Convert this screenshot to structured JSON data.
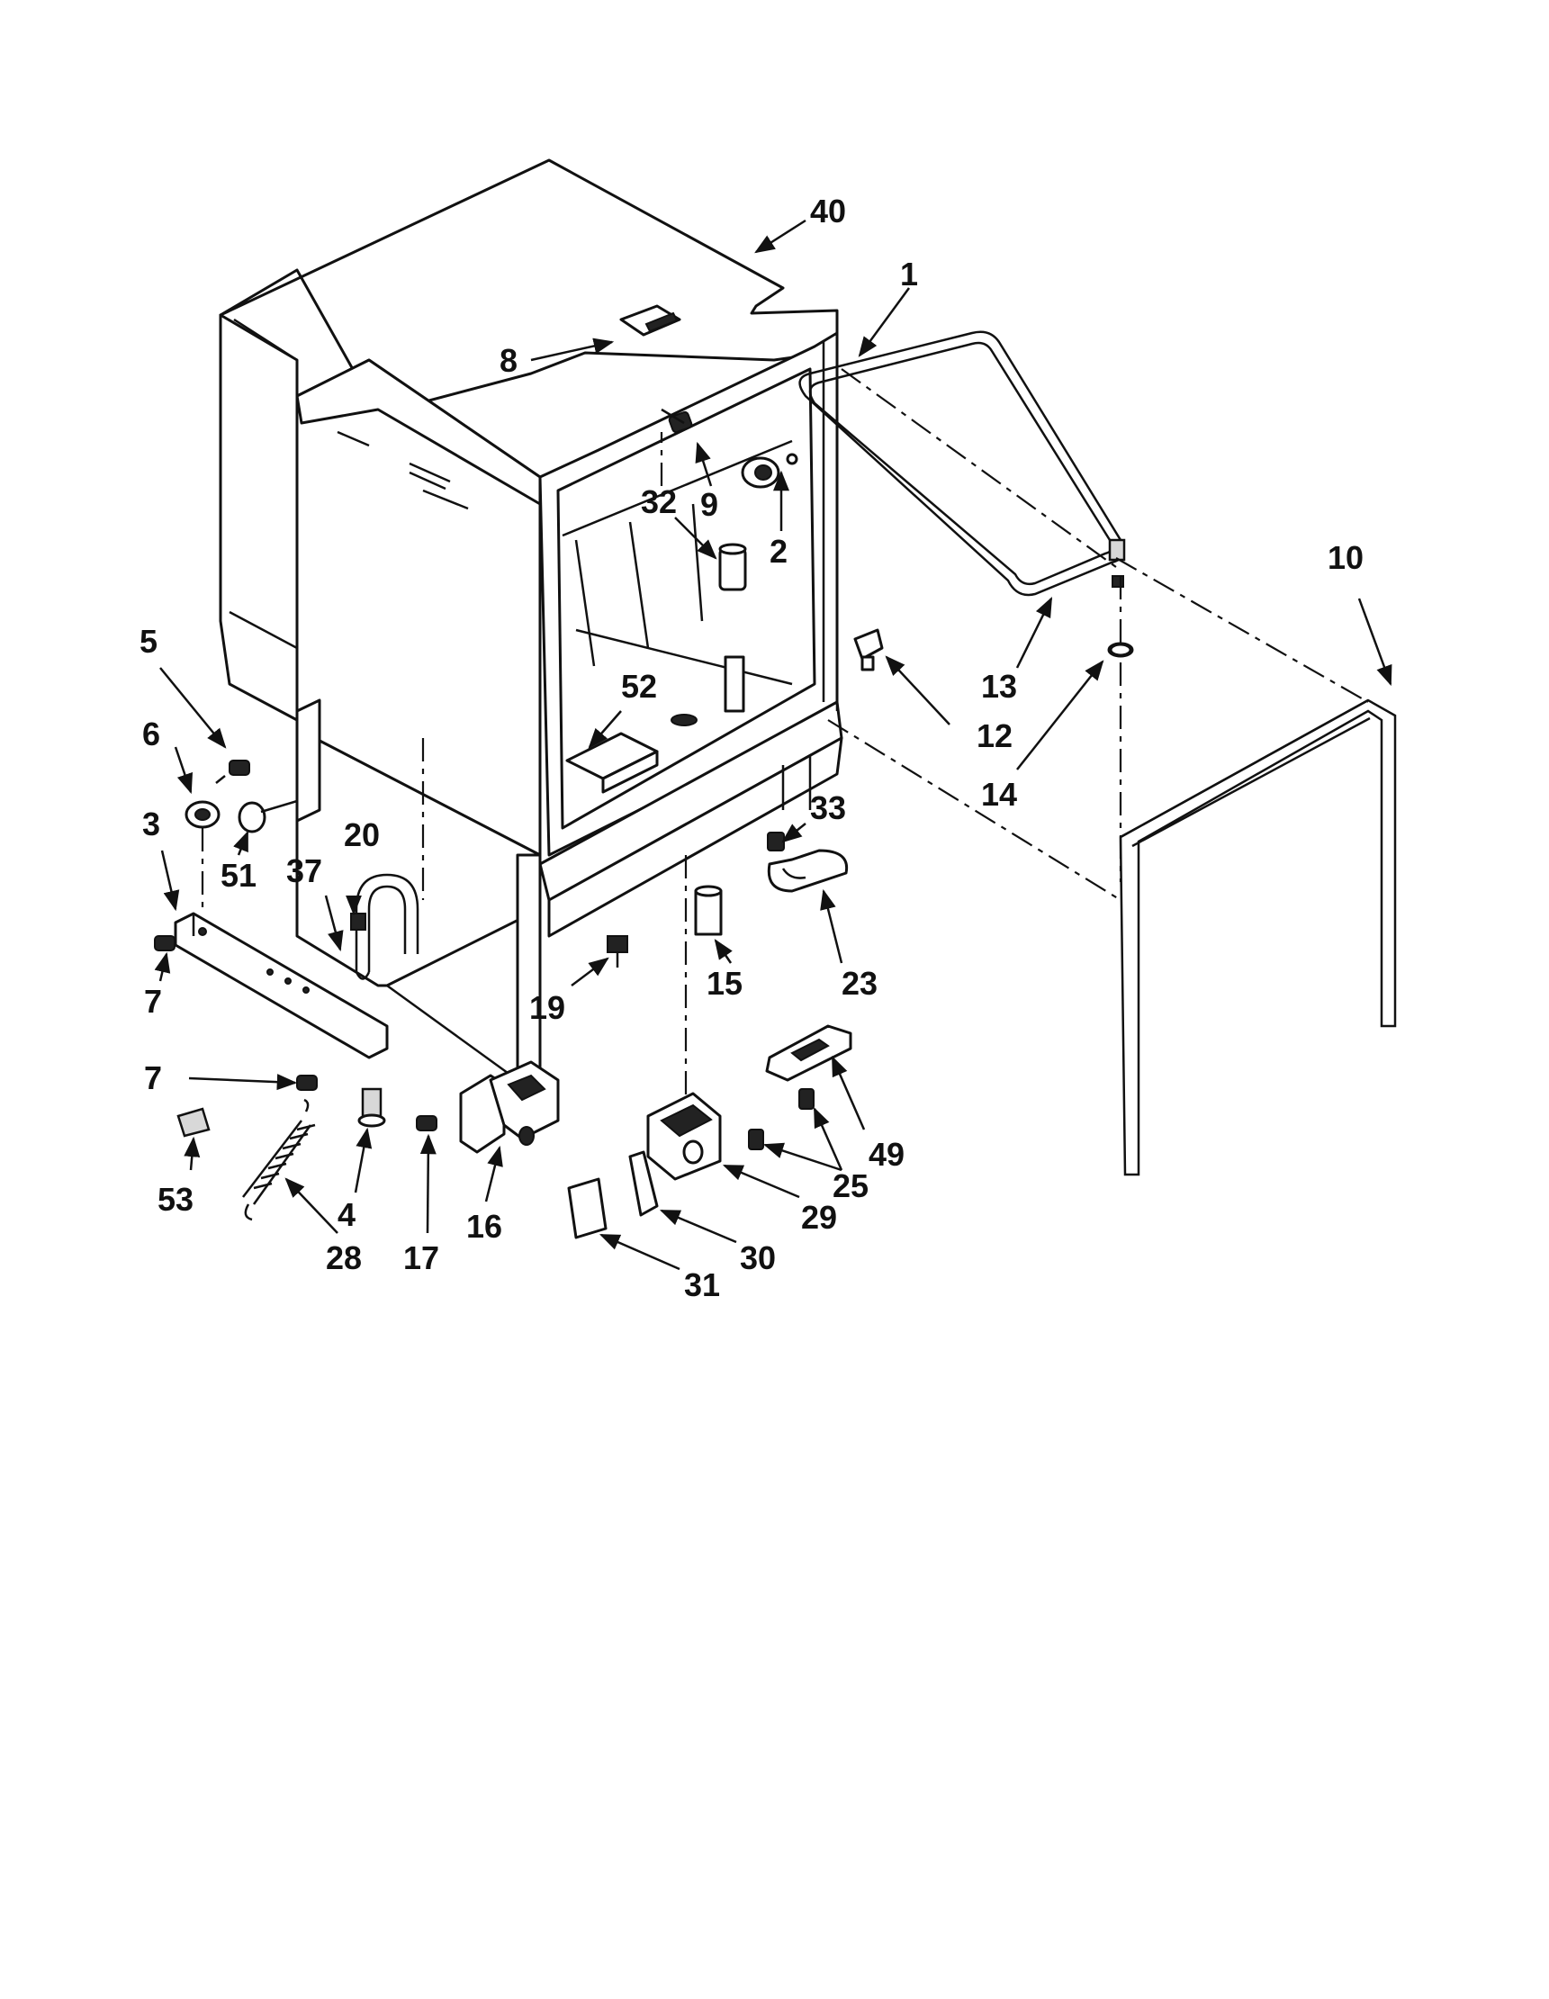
{
  "diagram": {
    "colors": {
      "ink": "#111111",
      "paper": "#ffffff",
      "shade": "#d8d8d8"
    },
    "callouts": [
      {
        "id": "40",
        "text": "40"
      },
      {
        "id": "1",
        "text": "1"
      },
      {
        "id": "8",
        "text": "8"
      },
      {
        "id": "32",
        "text": "32"
      },
      {
        "id": "9",
        "text": "9"
      },
      {
        "id": "2",
        "text": "2"
      },
      {
        "id": "10",
        "text": "10"
      },
      {
        "id": "13",
        "text": "13"
      },
      {
        "id": "12",
        "text": "12"
      },
      {
        "id": "14",
        "text": "14"
      },
      {
        "id": "5",
        "text": "5"
      },
      {
        "id": "6",
        "text": "6"
      },
      {
        "id": "3",
        "text": "3"
      },
      {
        "id": "51",
        "text": "51"
      },
      {
        "id": "52",
        "text": "52"
      },
      {
        "id": "33",
        "text": "33"
      },
      {
        "id": "20",
        "text": "20"
      },
      {
        "id": "37",
        "text": "37"
      },
      {
        "id": "15",
        "text": "15"
      },
      {
        "id": "23",
        "text": "23"
      },
      {
        "id": "19",
        "text": "19"
      },
      {
        "id": "7a",
        "text": "7"
      },
      {
        "id": "7b",
        "text": "7"
      },
      {
        "id": "49",
        "text": "49"
      },
      {
        "id": "25",
        "text": "25"
      },
      {
        "id": "29",
        "text": "29"
      },
      {
        "id": "30",
        "text": "30"
      },
      {
        "id": "31",
        "text": "31"
      },
      {
        "id": "53",
        "text": "53"
      },
      {
        "id": "4",
        "text": "4"
      },
      {
        "id": "28",
        "text": "28"
      },
      {
        "id": "17",
        "text": "17"
      },
      {
        "id": "16",
        "text": "16"
      }
    ]
  }
}
